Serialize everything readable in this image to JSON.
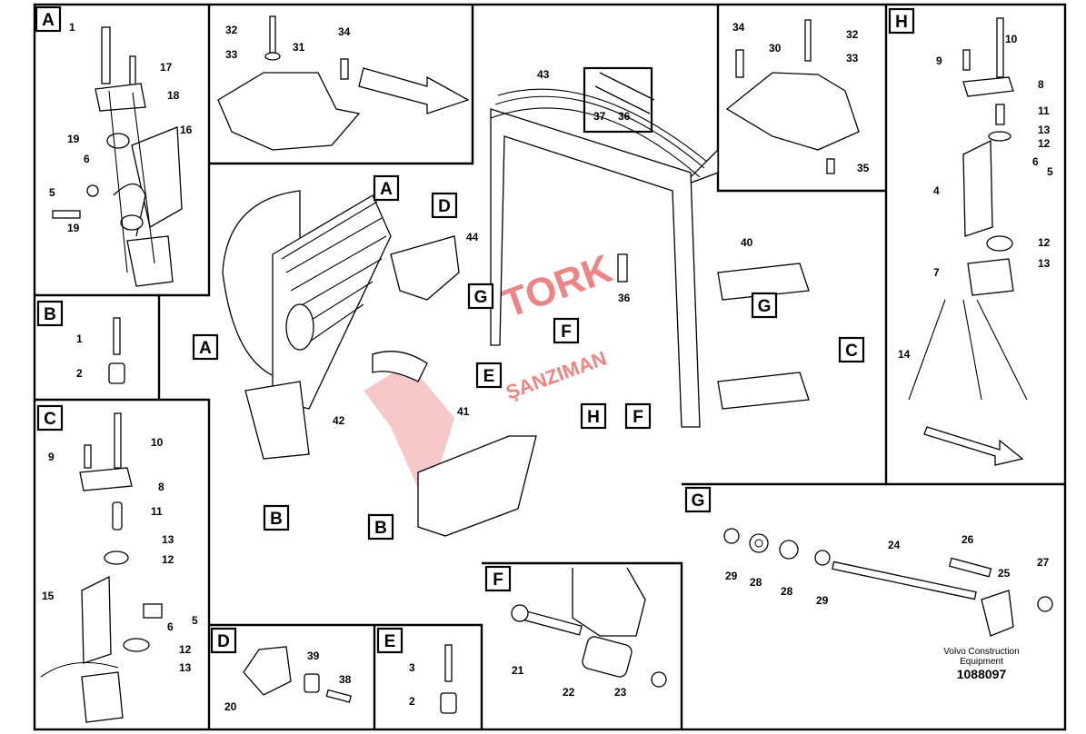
{
  "panels": {
    "A": {
      "letter": "A",
      "labels": [
        "1",
        "17",
        "18",
        "19",
        "16",
        "6",
        "5",
        "19"
      ]
    },
    "top_inset": {
      "labels": [
        "32",
        "33",
        "31",
        "34"
      ]
    },
    "top_right_inset": {
      "labels": [
        "34",
        "32",
        "30",
        "33",
        "35"
      ]
    },
    "H": {
      "letter": "H",
      "labels": [
        "10",
        "9",
        "8",
        "11",
        "13",
        "12",
        "6",
        "5",
        "4",
        "12",
        "7",
        "13",
        "14"
      ]
    },
    "main": {
      "labels": [
        "43",
        "37",
        "36",
        "44",
        "40",
        "36",
        "42",
        "41"
      ],
      "callouts": [
        "A",
        "D",
        "A",
        "G",
        "F",
        "E",
        "H",
        "F",
        "G",
        "C",
        "B",
        "B"
      ]
    },
    "B": {
      "letter": "B",
      "labels": [
        "1",
        "2"
      ]
    },
    "C": {
      "letter": "C",
      "labels": [
        "10",
        "9",
        "8",
        "11",
        "13",
        "12",
        "15",
        "5",
        "6",
        "12",
        "13"
      ]
    },
    "D": {
      "letter": "D",
      "labels": [
        "39",
        "20",
        "38"
      ]
    },
    "E": {
      "letter": "E",
      "labels": [
        "3",
        "2"
      ]
    },
    "F": {
      "letter": "F",
      "labels": [
        "21",
        "22",
        "23"
      ]
    },
    "G": {
      "letter": "G",
      "labels": [
        "24",
        "26",
        "25",
        "27",
        "29",
        "28",
        "28",
        "29"
      ]
    }
  },
  "footer": {
    "company_line1": "Volvo Construction",
    "company_line2": "Equipment",
    "drawing_number": "1088097"
  },
  "watermark": {
    "line1": "TORK",
    "line2": "ŞANZIMAN"
  }
}
